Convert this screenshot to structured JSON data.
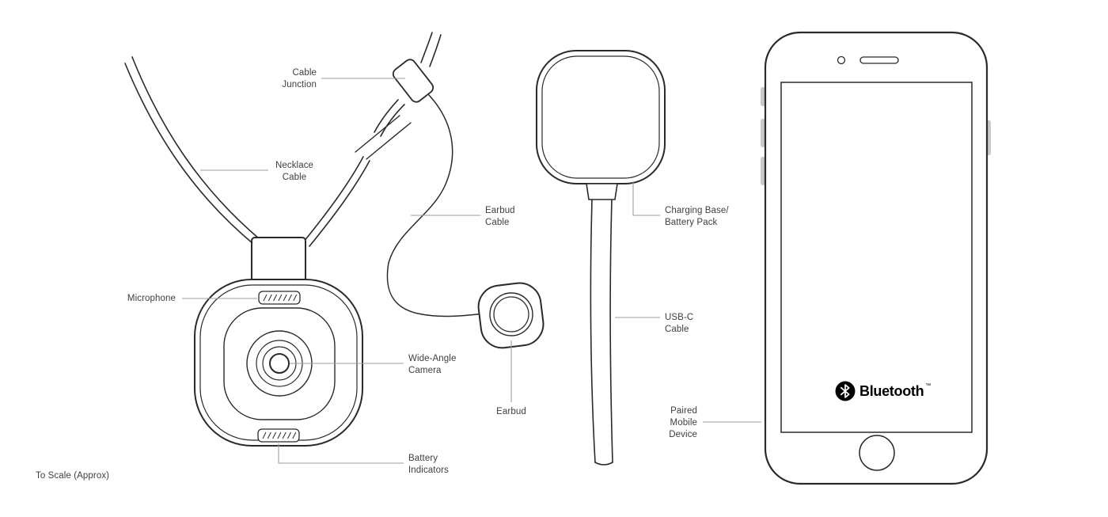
{
  "labels": {
    "cable_junction": "Cable\nJunction",
    "necklace_cable": "Necklace\nCable",
    "earbud_cable": "Earbud\nCable",
    "microphone": "Microphone",
    "wide_angle_camera": "Wide-Angle\nCamera",
    "battery_indicators": "Battery\nIndicators",
    "earbud": "Earbud",
    "charging_base": "Charging Base/\nBattery Pack",
    "usb_c_cable": "USB-C\nCable",
    "paired_mobile_device": "Paired\nMobile\nDevice",
    "to_scale": "To Scale (Approx)",
    "bluetooth": "Bluetooth",
    "trademark": "™"
  },
  "icons": {
    "bluetooth": "bluetooth-rune-in-black-circle"
  },
  "colors": {
    "background": "#ffffff",
    "artwork_stroke": "#2a2a2a",
    "leader_line": "#9e9e9e",
    "label_text": "#3e3e3e",
    "bluetooth_mark": "#000000",
    "side_button_fill": "#c9c9c9"
  }
}
